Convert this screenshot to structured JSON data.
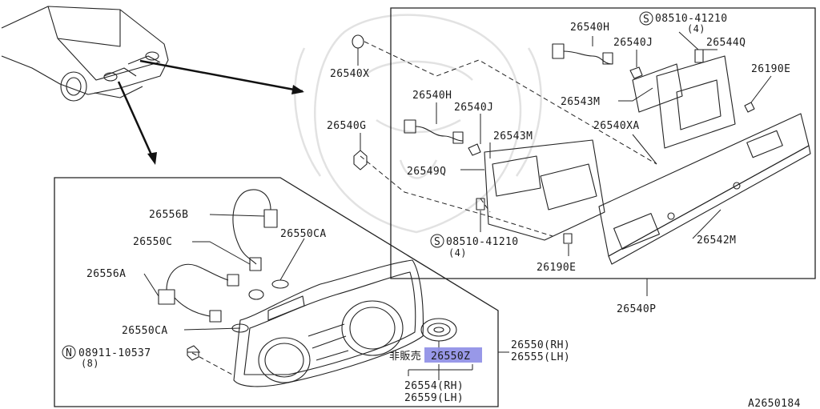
{
  "diagram": {
    "reference_code": "A2650184",
    "callouts": {
      "p26540X": "26540X",
      "p26540G": "26540G",
      "p26540H_top": "26540H",
      "p26540J_top": "26540J",
      "s08510_top": "08510-41210",
      "s08510_top_qty": "(4)",
      "p26544Q": "26544Q",
      "p26190E_top": "26190E",
      "p26543M_top": "26543M",
      "p26540H_mid": "26540H",
      "p26540J_mid": "26540J",
      "p26543M_mid": "26543M",
      "p26540XA": "26540XA",
      "p26549Q": "26549Q",
      "s08510_bot": "08510-41210",
      "s08510_bot_qty": "(4)",
      "p26190E_bot": "26190E",
      "p26542M": "26542M",
      "p26540P": "26540P",
      "p26556B": "26556B",
      "p26550C": "26550C",
      "p26550CA_top": "26550CA",
      "p26556A": "26556A",
      "p26550CA_bot": "26550CA",
      "n08911": "08911-10537",
      "n08911_qty": "(8)",
      "not_sold": "非販売",
      "p26550Z": "26550Z",
      "p26550_rh": "26550(RH)",
      "p26555_lh": "26555(LH)",
      "p26554_rh": "26554(RH)",
      "p26559_lh": "26559(LH)"
    },
    "symbols": {
      "screw": "S",
      "nut": "N"
    },
    "highlight_color": "#8d8de6"
  }
}
